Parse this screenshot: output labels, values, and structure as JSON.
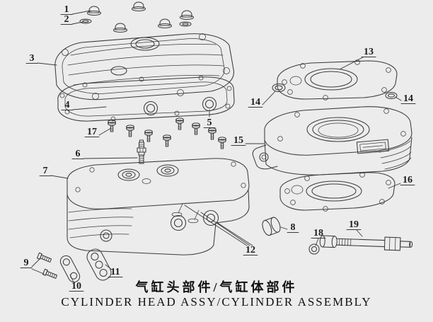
{
  "titles": {
    "chinese": "气缸头部件/气缸体部件",
    "english": "CYLINDER HEAD ASSY/CYLINDER ASSEMBLY"
  },
  "part_numbers": {
    "n1": "1",
    "n2": "2",
    "n3": "3",
    "n4": "4",
    "n5": "5",
    "n6": "6",
    "n7": "7",
    "n8": "8",
    "n9": "9",
    "n10": "10",
    "n11": "11",
    "n12": "12",
    "n13": "13",
    "n14_left": "14",
    "n14_right": "14",
    "n15": "15",
    "n16": "16",
    "n17": "17",
    "n18": "18",
    "n19": "19"
  },
  "colors": {
    "background": "#ececec",
    "line": "#3b3b3b"
  }
}
